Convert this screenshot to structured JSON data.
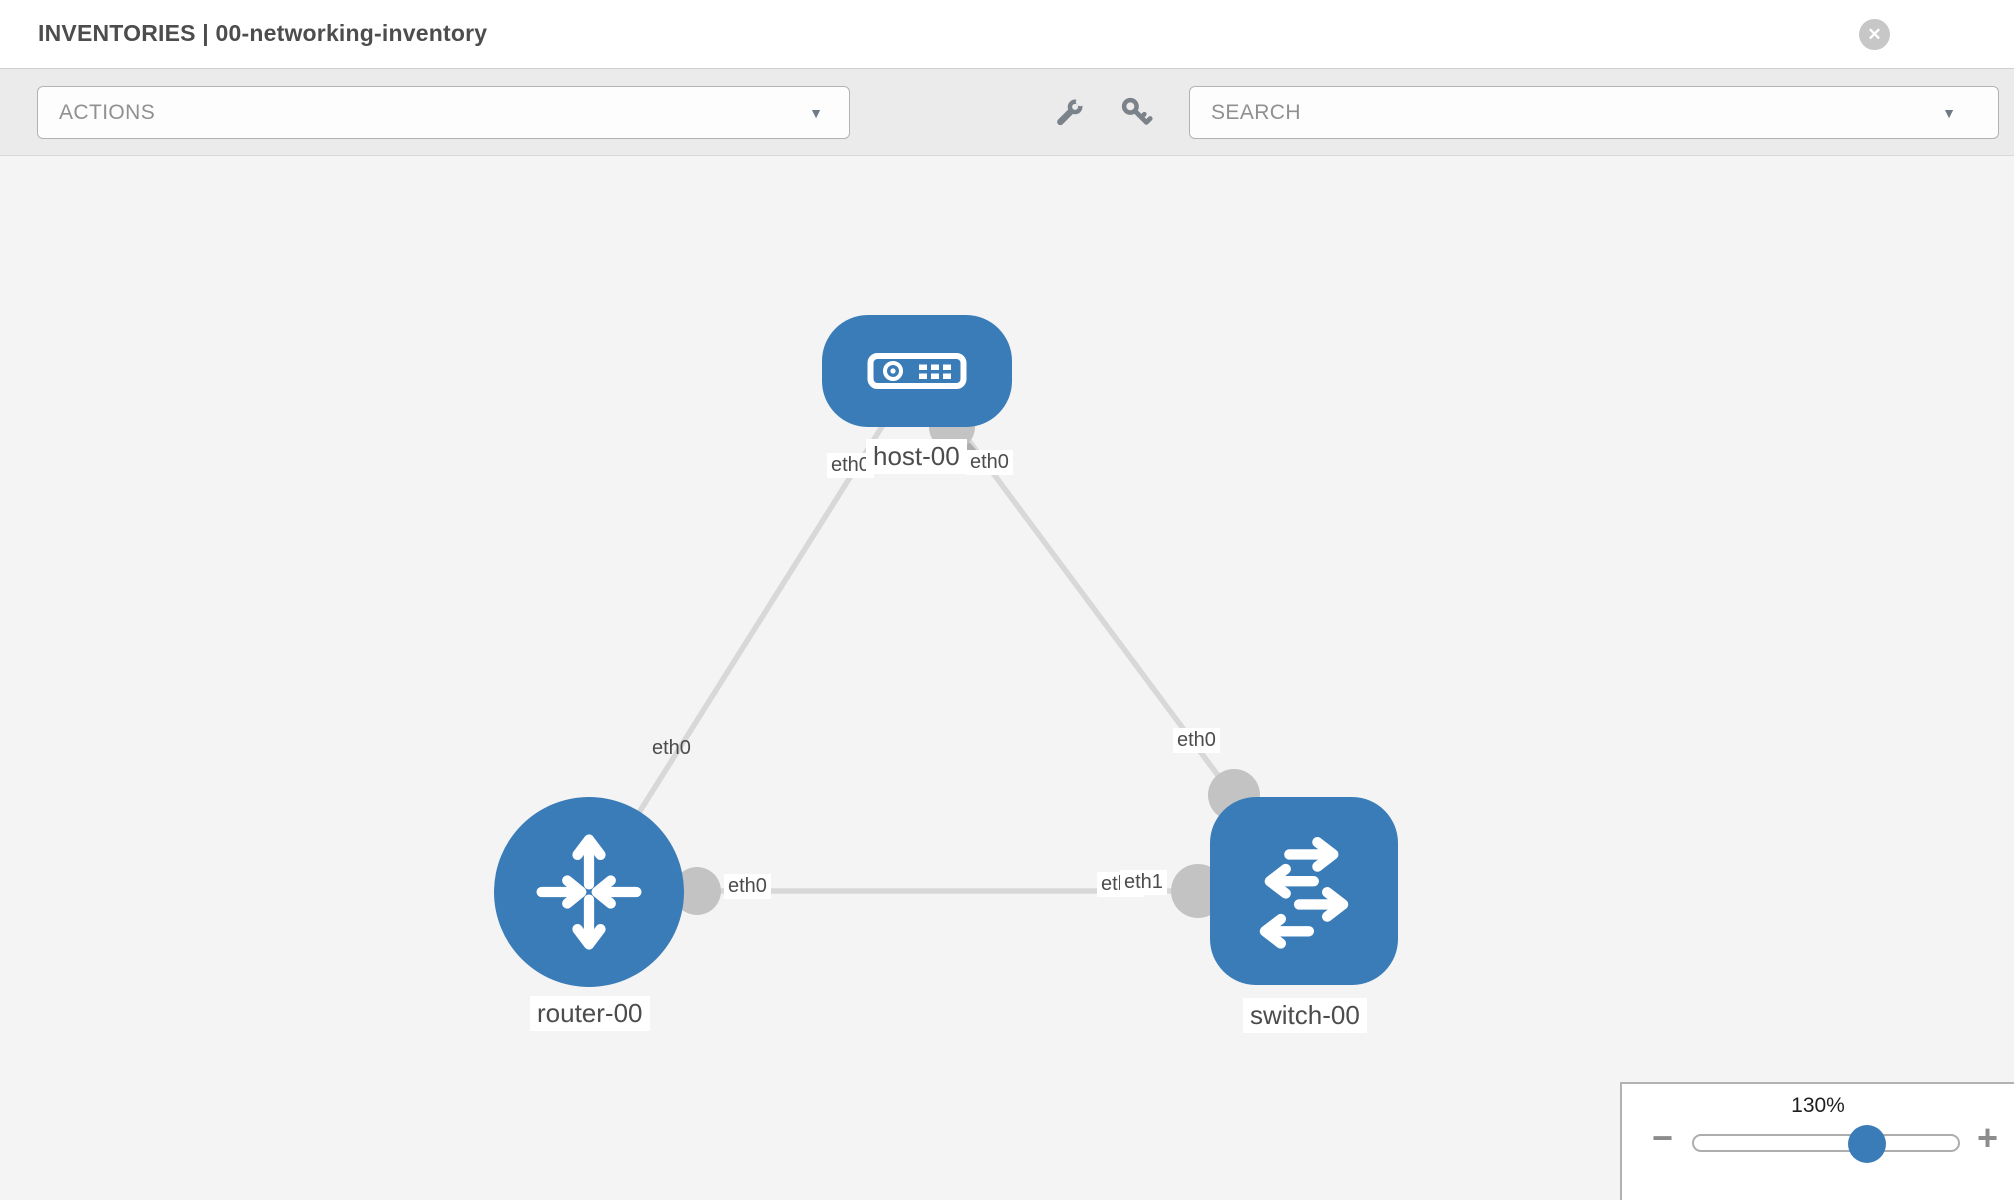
{
  "header": {
    "title": "INVENTORIES | 00-networking-inventory",
    "close_glyph": "✕"
  },
  "toolbar": {
    "actions_label": "ACTIONS",
    "search_label": "SEARCH",
    "caret_glyph": "▼"
  },
  "topology": {
    "nodes": [
      {
        "label": "host-00",
        "type": "host"
      },
      {
        "label": "router-00",
        "type": "router"
      },
      {
        "label": "switch-00",
        "type": "switch"
      }
    ],
    "links": [
      {
        "from": "host-00",
        "from_if": "eth0",
        "to": "router-00",
        "to_if": "eth0"
      },
      {
        "from": "host-00",
        "from_if": "eth0",
        "to": "switch-00",
        "to_if": "eth0"
      },
      {
        "from": "router-00",
        "from_if": "eth0",
        "to": "switch-00",
        "to_if": "eth1",
        "overlapped_label": "eth0"
      }
    ]
  },
  "zoom_control": {
    "value": "130%",
    "minus_glyph": "−",
    "plus_glyph": "+"
  },
  "colors": {
    "node_blue": "#3a7cb8",
    "link_gray": "#d8d8d8",
    "port_gray": "#c3c3c3",
    "toolbar_bg": "#ebebeb",
    "canvas_bg": "#f4f4f4"
  }
}
